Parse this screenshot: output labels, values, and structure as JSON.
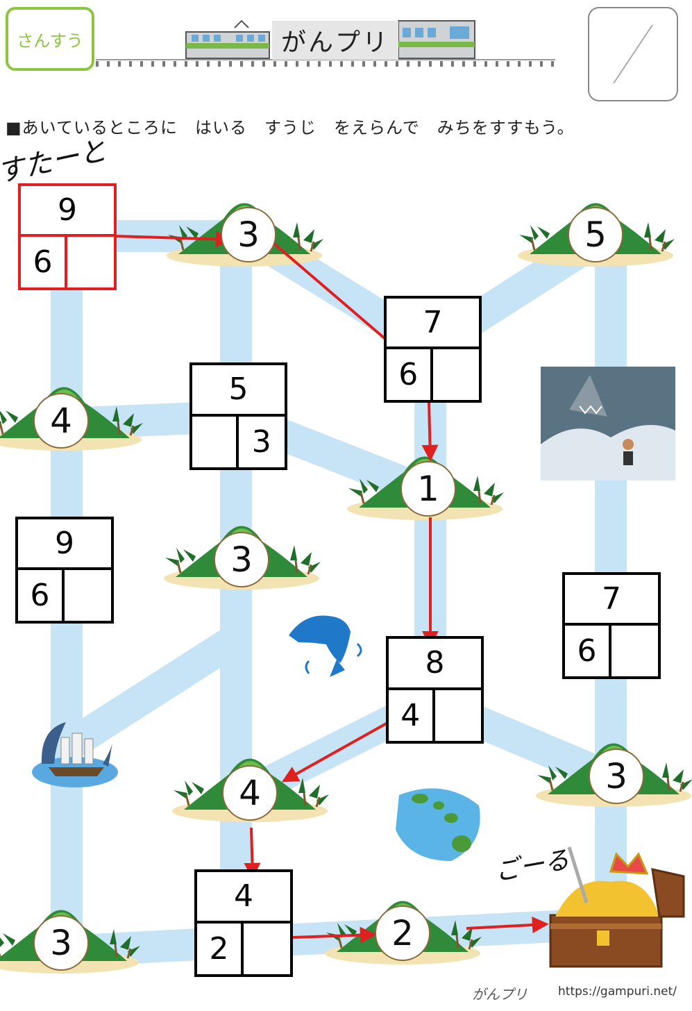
{
  "header": {
    "subject_label": "さんすう",
    "title": "がんプリ"
  },
  "instruction": "■あいているところに　はいる　すうじ　をえらんで　みちをすすもう。",
  "labels": {
    "start": "すたーと",
    "goal": "ごーる"
  },
  "boxes": [
    {
      "id": "start-box",
      "top": "9",
      "left": "6",
      "right": ""
    },
    {
      "id": "box-7-a",
      "top": "7",
      "left": "6",
      "right": ""
    },
    {
      "id": "box-5",
      "top": "5",
      "left": "",
      "right": "3"
    },
    {
      "id": "box-9",
      "top": "9",
      "left": "6",
      "right": ""
    },
    {
      "id": "box-7-b",
      "top": "7",
      "left": "6",
      "right": ""
    },
    {
      "id": "box-8",
      "top": "8",
      "left": "4",
      "right": ""
    },
    {
      "id": "box-4",
      "top": "4",
      "left": "2",
      "right": ""
    }
  ],
  "islands": [
    "3",
    "5",
    "4",
    "1",
    "3",
    "4",
    "3",
    "3",
    "2"
  ],
  "footer": {
    "logo": "がんプリ",
    "url": "https://gampuri.net/"
  },
  "colors": {
    "path": "#c7e4f6",
    "arrow": "#e02020",
    "subject_border": "#8cc63f",
    "island_green": "#2f8a3a",
    "sand": "#f3e3b3"
  }
}
